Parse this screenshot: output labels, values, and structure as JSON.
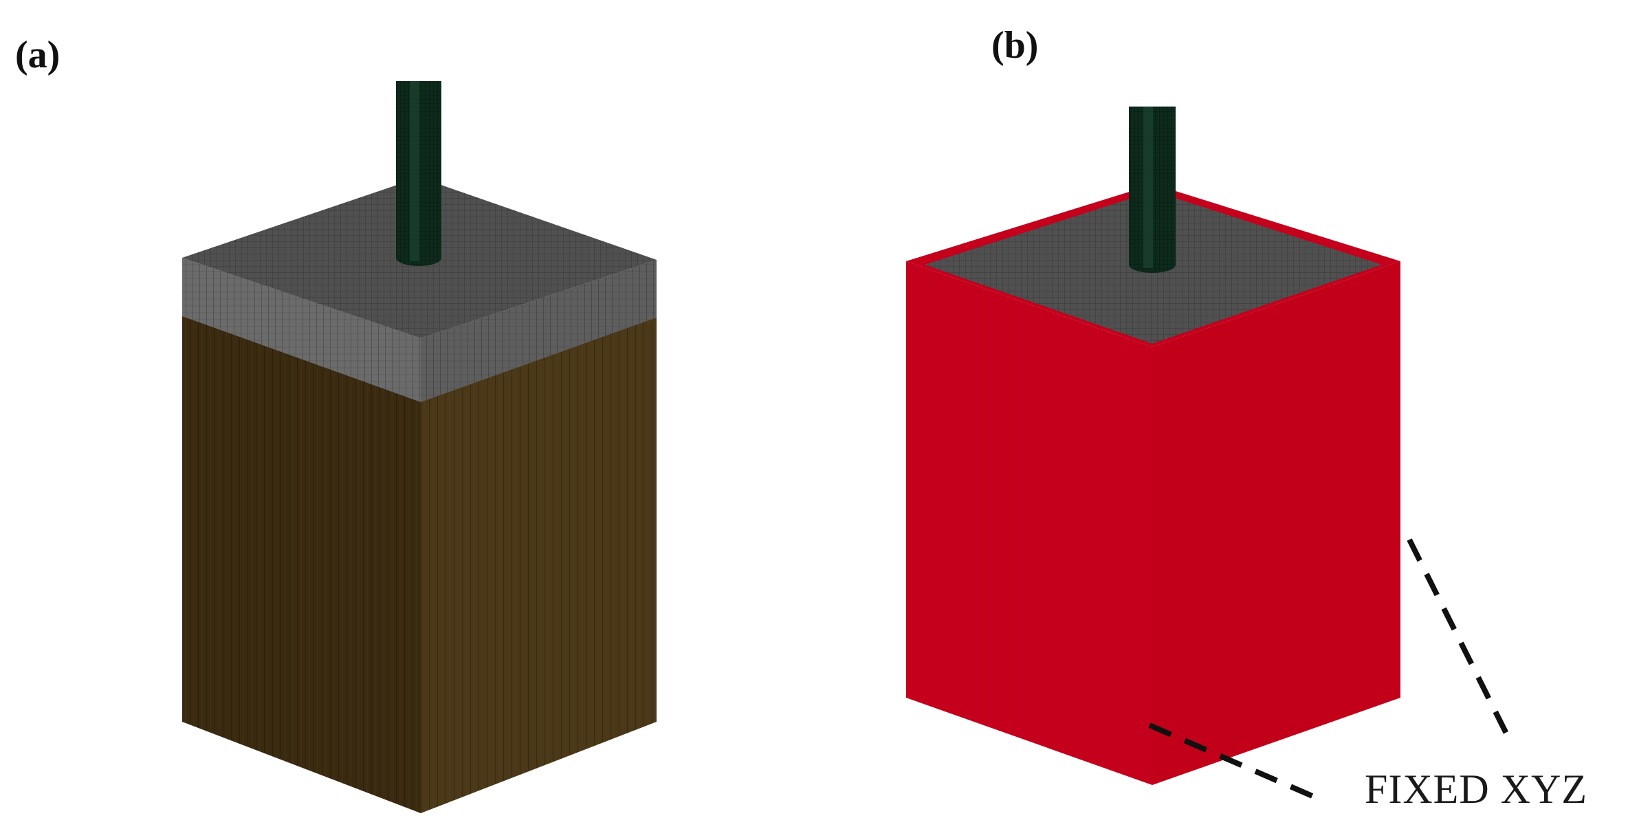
{
  "panels": [
    {
      "id": "a",
      "label": "(a)"
    },
    {
      "id": "b",
      "label": "(b)",
      "annotation": "FIXED XYZ"
    }
  ],
  "colors": {
    "rod": "#0d2a1c",
    "rod_highlight": "#1f4a33",
    "cap_top": "#505050",
    "cap_side": "#6b6b6b",
    "soil": "#3a2a10",
    "soil_light": "#4a3818",
    "boundary": "#c4001c",
    "boundary_dark": "#a8001a",
    "leader": "#111111"
  }
}
